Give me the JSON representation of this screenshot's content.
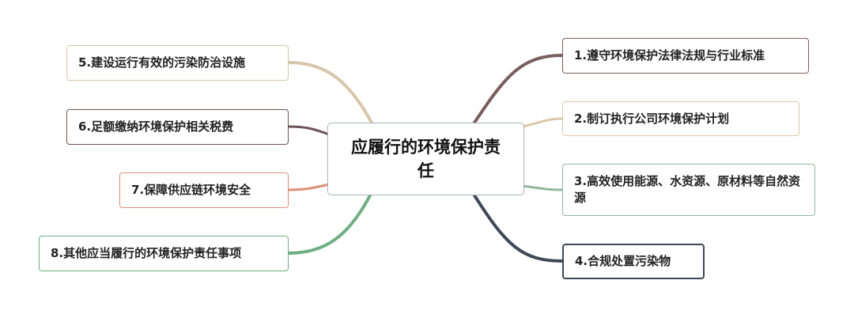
{
  "center": {
    "label": "应履行的环境保护责任"
  },
  "branches": [
    {
      "id": "b1",
      "label": "1.遵守环境保护法律法规与行业标准",
      "color": "#7a5d5d"
    },
    {
      "id": "b2",
      "label": "2.制订执行公司环境保护计划",
      "color": "#d9c8a8"
    },
    {
      "id": "b3",
      "label": "3.高效使用能源、水资源、原材料等自然资源",
      "color": "#93b5a0"
    },
    {
      "id": "b4",
      "label": "4.合规处置污染物",
      "color": "#3e4856"
    },
    {
      "id": "b5",
      "label": "5.建设运行有效的污染防治设施",
      "color": "#d6c6aa"
    },
    {
      "id": "b6",
      "label": "6.足额缴纳环境保护相关税费",
      "color": "#6e5456"
    },
    {
      "id": "b7",
      "label": "7.保障供应链环境安全",
      "color": "#dd8e78"
    },
    {
      "id": "b8",
      "label": "8.其他应当履行的环境保护责任事项",
      "color": "#6fae83"
    }
  ]
}
